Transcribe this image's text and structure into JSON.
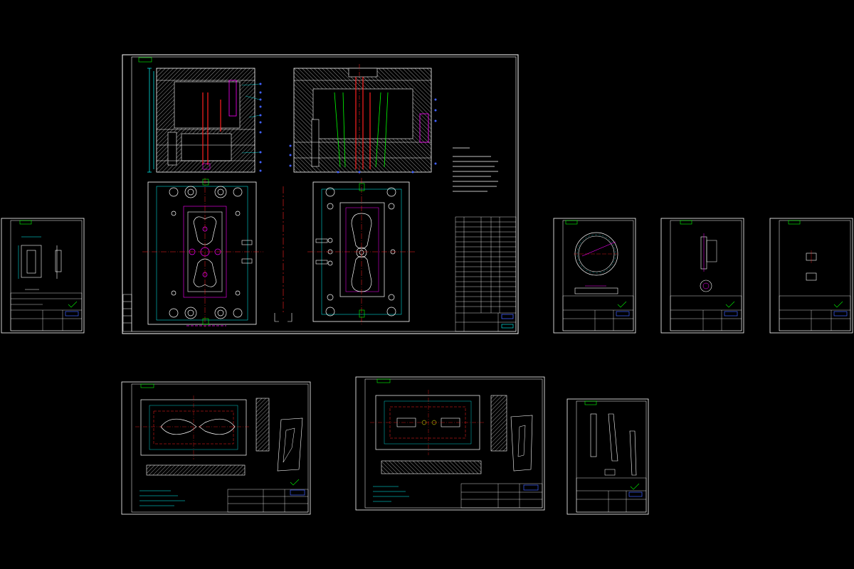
{
  "app": {
    "background": "#000000"
  },
  "colors": {
    "border": "#ffffff",
    "frame": "#00ff00",
    "cyan": "#00ffff",
    "red": "#ff2020",
    "magenta": "#ff00ff",
    "blue": "#4060ff",
    "yellow": "#ffff00",
    "gray": "#b0b0b0",
    "hatch": "#c8c8c8"
  },
  "drawings": [
    {
      "name": "assembly-drawing-sheet",
      "type": "assembly"
    },
    {
      "name": "part-sheet-small-1",
      "type": "part-small"
    },
    {
      "name": "part-sheet-ring",
      "type": "part-ring"
    },
    {
      "name": "part-sheet-pin",
      "type": "part-pin"
    },
    {
      "name": "part-sheet-small-4",
      "type": "part-small"
    },
    {
      "name": "part-sheet-cavity-plate",
      "type": "plate"
    },
    {
      "name": "part-sheet-core-plate",
      "type": "plate"
    },
    {
      "name": "part-sheet-slider",
      "type": "part-tall"
    }
  ]
}
